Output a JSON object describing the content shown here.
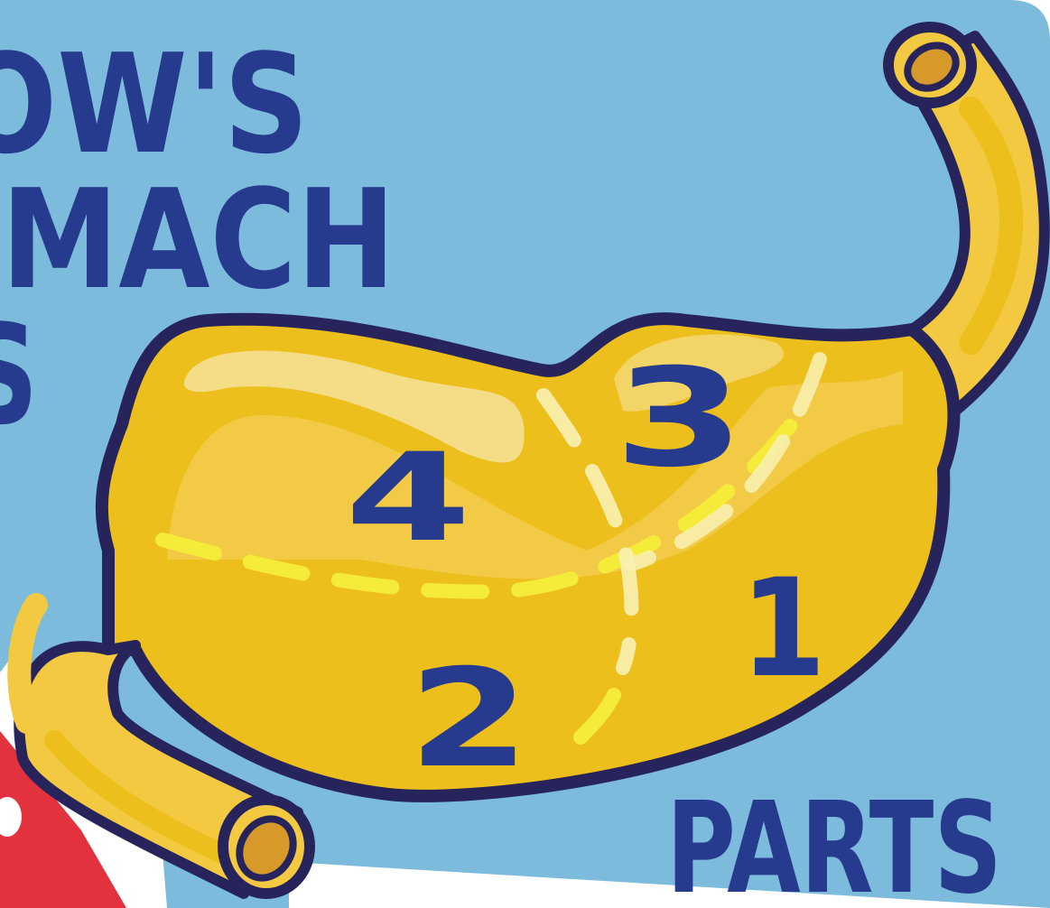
{
  "poster": {
    "title_lines": [
      "OW'S",
      "OMACH",
      "S"
    ],
    "footer_word": "PARTS",
    "numbers": [
      "1",
      "2",
      "3",
      "4"
    ]
  },
  "colors": {
    "background_panel": "#7dbbdc",
    "stomach_fill": "#edbf1d",
    "stomach_light": "#f4cd54",
    "outline": "#26245a",
    "text_blue": "#263b8e",
    "dash_yellow": "#f5ec3a",
    "dash_cream": "#f8f1b4",
    "opening_orange": "#d79a2a",
    "corner_red": "#e1323e"
  }
}
